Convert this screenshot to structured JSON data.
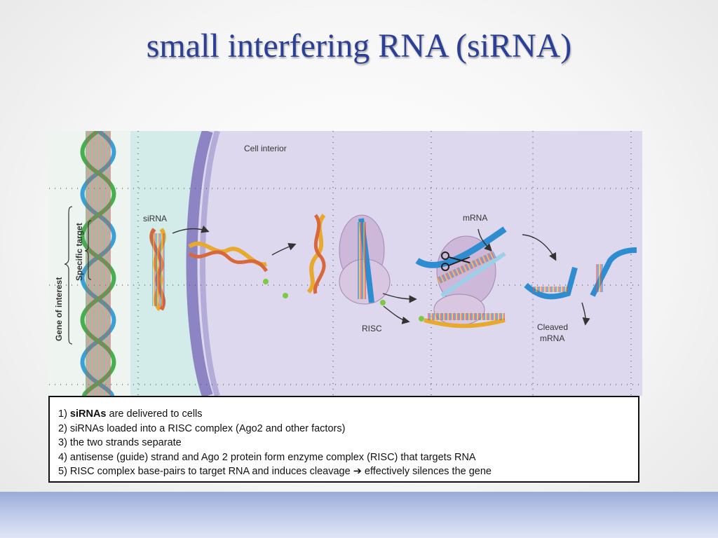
{
  "slide": {
    "title": "small interfering RNA (siRNA)"
  },
  "figure": {
    "label_cell_interior": "Cell interior",
    "label_sirna": "siRNA",
    "label_mrna": "mRNA",
    "label_risc": "RISC",
    "label_cleaved_line1": "Cleaved",
    "label_cleaved_line2": "mRNA",
    "label_gene_of_interest": "Gene of interest",
    "label_specific_target": "Specific target"
  },
  "caption": {
    "line1_num": "1) ",
    "line1_bold": "siRNAs",
    "line1_rest": " are delivered to cells",
    "line2": "2) siRNAs loaded into a RISC complex (Ago2 and other factors)",
    "line3": "3) the two strands separate",
    "line4": "4) antisense (guide) strand and Ago 2 protein form enzyme complex (RISC) that targets RNA",
    "line5": "5) RISC complex base-pairs to target RNA and induces cleavage ➔ effectively silences the gene"
  },
  "colors": {
    "title": "#2a3f95",
    "cell_interior": "#ddd8ee",
    "extracellular": "#d3ece9",
    "membrane": "#9088c6",
    "footer": "#b0bde4"
  }
}
